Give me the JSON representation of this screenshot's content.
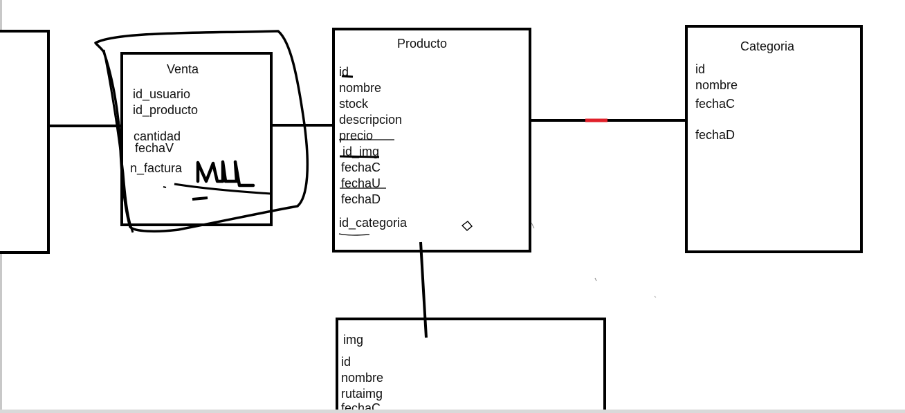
{
  "diagram": {
    "entities": {
      "venta": {
        "title": "Venta",
        "fields": [
          "id_usuario",
          "id_producto",
          "cantidad",
          "fechaV",
          "n_factura"
        ]
      },
      "producto": {
        "title": "Producto",
        "fields": [
          "id",
          "nombre",
          "stock",
          "descripcion",
          "precio",
          "id_img",
          "fechaC",
          "fechaU",
          "fechaD",
          "id_categoria"
        ]
      },
      "categoria": {
        "title": "Categoria",
        "fields": [
          "id",
          "nombre",
          "fechaC",
          "fechaD"
        ]
      },
      "img": {
        "title": "img",
        "fields": [
          "id",
          "nombre",
          "rutaimg",
          "fechaC"
        ]
      }
    },
    "colors": {
      "line": "#000000",
      "accent_mark": "#e0202a",
      "background": "#ffffff"
    }
  }
}
